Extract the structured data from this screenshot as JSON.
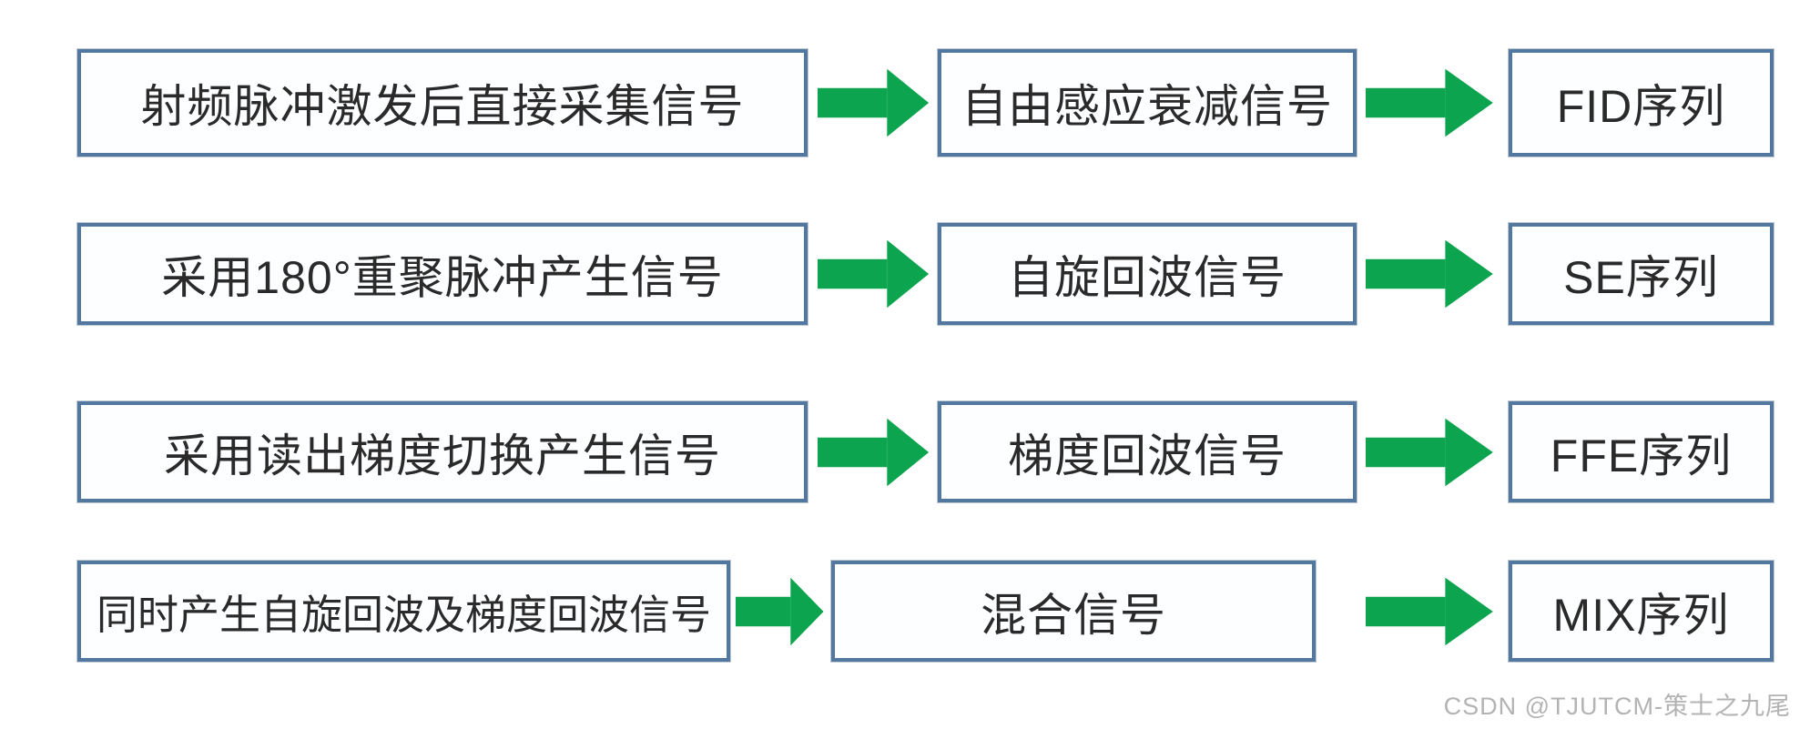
{
  "colors": {
    "box_border": "#53789f",
    "box_fill": "#fdfeff",
    "arrow_green": "#0ca44f",
    "text_color": "#2a2a2a",
    "watermark_color": "#b3b3b3",
    "page_bg": "#ffffff"
  },
  "icons": {
    "flow_arrow": "arrow-right-icon"
  },
  "flow_rows": [
    {
      "source": "射频脉冲激发后直接采集信号",
      "signal": "自由感应衰减信号",
      "sequence": "FID序列"
    },
    {
      "source": "采用180°重聚脉冲产生信号",
      "signal": "自旋回波信号",
      "sequence": "SE序列"
    },
    {
      "source": "采用读出梯度切换产生信号",
      "signal": "梯度回波信号",
      "sequence": "FFE序列"
    },
    {
      "source": "同时产生自旋回波及梯度回波信号",
      "signal": "混合信号",
      "sequence": "MIX序列"
    }
  ],
  "watermark": "CSDN @TJUTCM-策士之九尾"
}
